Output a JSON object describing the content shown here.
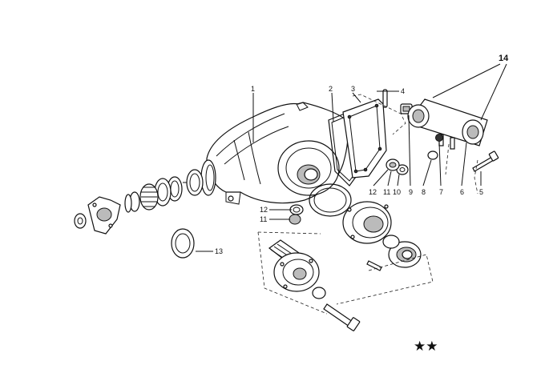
{
  "diagram": {
    "callouts": [
      "1",
      "2",
      "3",
      "4",
      "5",
      "6",
      "7",
      "8",
      "9",
      "10",
      "11",
      "12",
      "11",
      "12",
      "13",
      "14"
    ],
    "marker": "★★"
  }
}
